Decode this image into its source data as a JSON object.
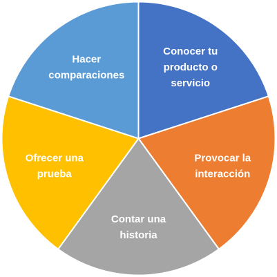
{
  "chart_data": {
    "type": "pie",
    "title": "",
    "slices": [
      {
        "label_lines": [
          "Conocer tu",
          "producto o",
          "servicio"
        ],
        "value": 20,
        "color": "#4472C4"
      },
      {
        "label_lines": [
          "Provocar la",
          "interacción"
        ],
        "value": 20,
        "color": "#ED7D31"
      },
      {
        "label_lines": [
          "Contar una",
          "historia"
        ],
        "value": 20,
        "color": "#A5A5A5"
      },
      {
        "label_lines": [
          "Ofrecer una",
          "prueba"
        ],
        "value": 20,
        "color": "#FFC000"
      },
      {
        "label_lines": [
          "Hacer",
          "comparaciones"
        ],
        "value": 20,
        "color": "#5B9BD5"
      }
    ]
  }
}
